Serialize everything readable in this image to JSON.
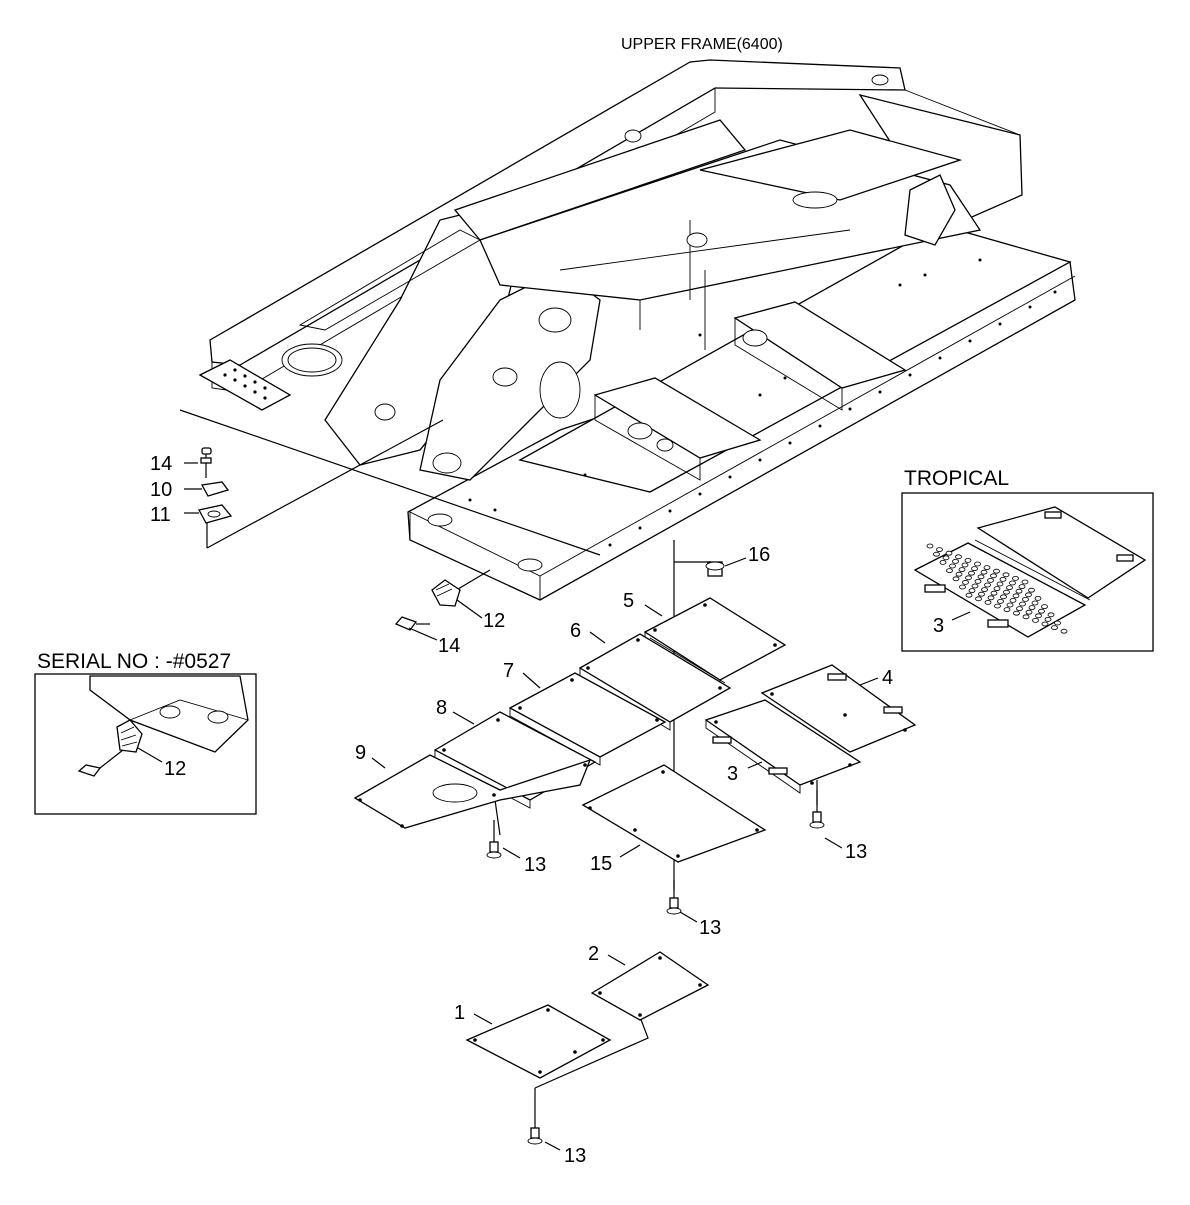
{
  "header": {
    "title": "UPPER FRAME(6400)"
  },
  "insets": {
    "tropical": {
      "title": "TROPICAL",
      "callout": "3"
    },
    "serial": {
      "title": "SERIAL NO : -#0527",
      "callout": "12"
    }
  },
  "callouts": [
    {
      "id": "c14a",
      "label": "14"
    },
    {
      "id": "c10",
      "label": "10"
    },
    {
      "id": "c11",
      "label": "11"
    },
    {
      "id": "c12",
      "label": "12"
    },
    {
      "id": "c14b",
      "label": "14"
    },
    {
      "id": "c16",
      "label": "16"
    },
    {
      "id": "c5",
      "label": "5"
    },
    {
      "id": "c6",
      "label": "6"
    },
    {
      "id": "c7",
      "label": "7"
    },
    {
      "id": "c8",
      "label": "8"
    },
    {
      "id": "c9",
      "label": "9"
    },
    {
      "id": "c4",
      "label": "4"
    },
    {
      "id": "c3",
      "label": "3"
    },
    {
      "id": "c13a",
      "label": "13"
    },
    {
      "id": "c13b",
      "label": "13"
    },
    {
      "id": "c15",
      "label": "15"
    },
    {
      "id": "c13c",
      "label": "13"
    },
    {
      "id": "c2",
      "label": "2"
    },
    {
      "id": "c1",
      "label": "1"
    },
    {
      "id": "c13d",
      "label": "13"
    }
  ]
}
